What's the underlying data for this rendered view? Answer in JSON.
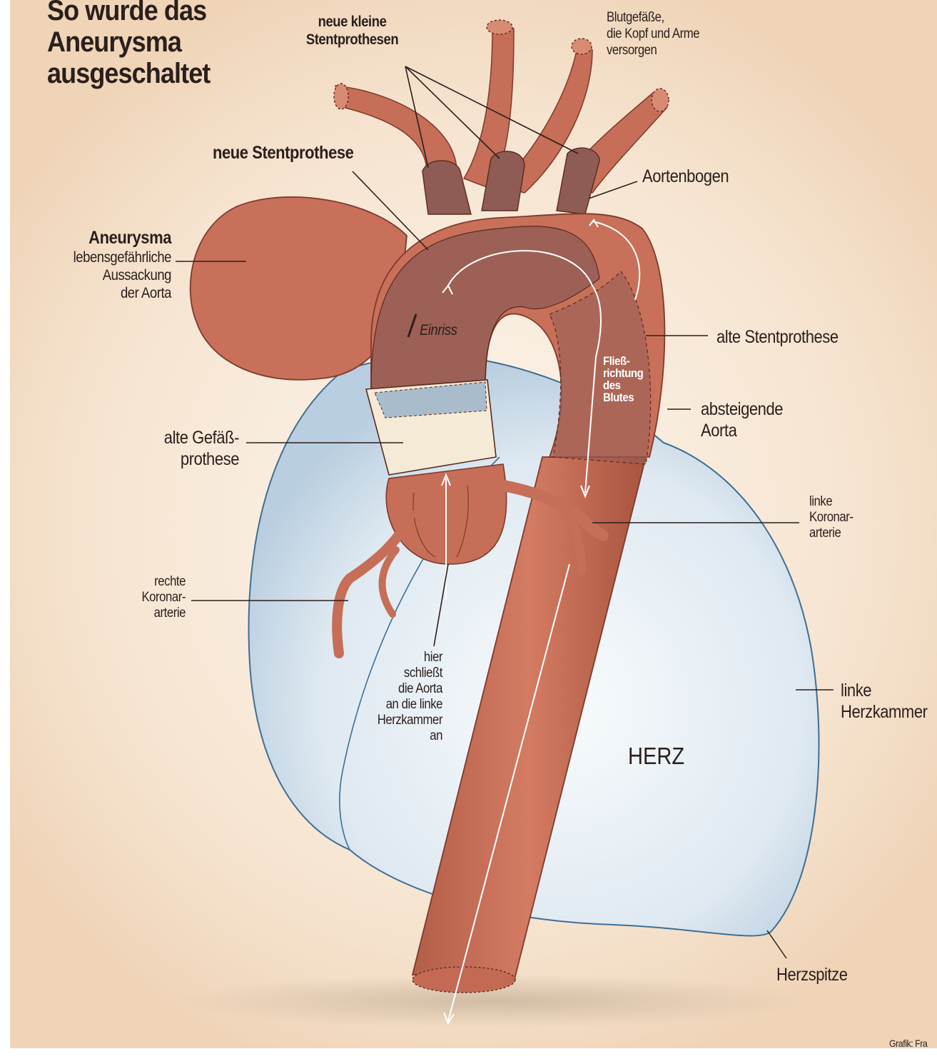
{
  "title": "So wurde das\nAneurysma\nausgeschaltet",
  "labels": {
    "neue_kleine": "neue kleine\nStentprothesen",
    "blutgefaesse": "Blutgefäße,\ndie Kopf und Arme\nversorgen",
    "neue_stentprothese": "neue Stentprothese",
    "aortenbogen": "Aortenbogen",
    "aneurysma_head": "Aneurysma",
    "aneurysma_desc": "lebensgefährliche\nAussackung\nder Aorta",
    "einriss": "Einriss",
    "alte_stentprothese": "alte Stentprothese",
    "fliess": "Fließ-\nrichtung\ndes\nBlutes",
    "absteigende": "absteigende\nAorta",
    "alte_gefaess": "alte Gefäß-\nprothese",
    "linke_koronar": "linke\nKoronar-\narterie",
    "rechte_koronar": "rechte\nKoronar-\narterie",
    "hier_schliesst": "hier\nschließt\ndie Aorta\nan die linke\nHerzkammer\nan",
    "linke_herzkammer": "linke\nHerzkammer",
    "herz": "HERZ",
    "herzspitze": "Herzspitze",
    "credit": "Grafik: Fra"
  },
  "colors": {
    "aorta": "#c8705a",
    "aorta_dark": "#9c4e3e",
    "stent": "#8e5b55",
    "heart": "#dbe6ee",
    "heart_edge": "#3d6f93",
    "prosthesis": "#f4ead6",
    "background": "#f6e4d0"
  }
}
